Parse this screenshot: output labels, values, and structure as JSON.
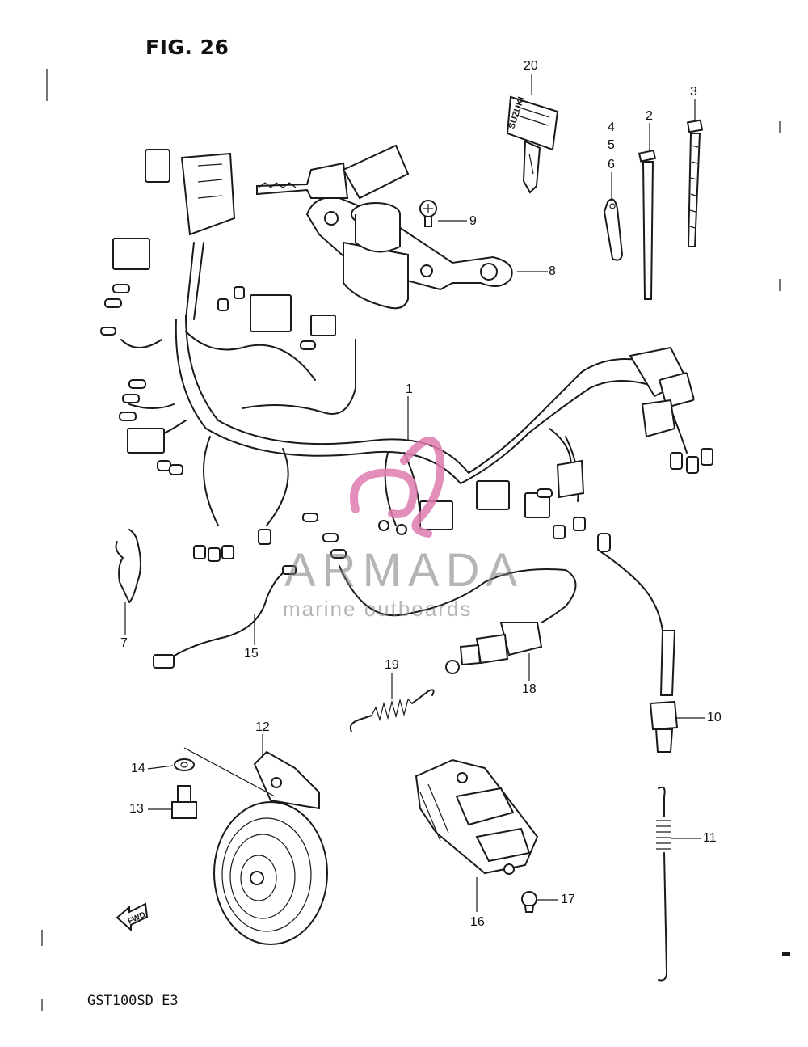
{
  "figure": {
    "title": "FIG. 26",
    "model_code": "GST100SD E3"
  },
  "callouts": {
    "c1": "1",
    "c2": "2",
    "c3": "3",
    "c456_4": "4",
    "c456_5": "5",
    "c456_6": "6",
    "c7": "7",
    "c8": "8",
    "c9": "9",
    "c10": "10",
    "c11": "11",
    "c12": "12",
    "c13": "13",
    "c14": "14",
    "c15": "15",
    "c16": "16",
    "c17": "17",
    "c18": "18",
    "c19": "19",
    "c20": "20"
  },
  "key_brand": "SUZUKI",
  "fwd_label": "FWD",
  "watermark": {
    "brand": "ARMADA",
    "tagline": "marine outboards",
    "accent_color": "#e07bb0"
  }
}
